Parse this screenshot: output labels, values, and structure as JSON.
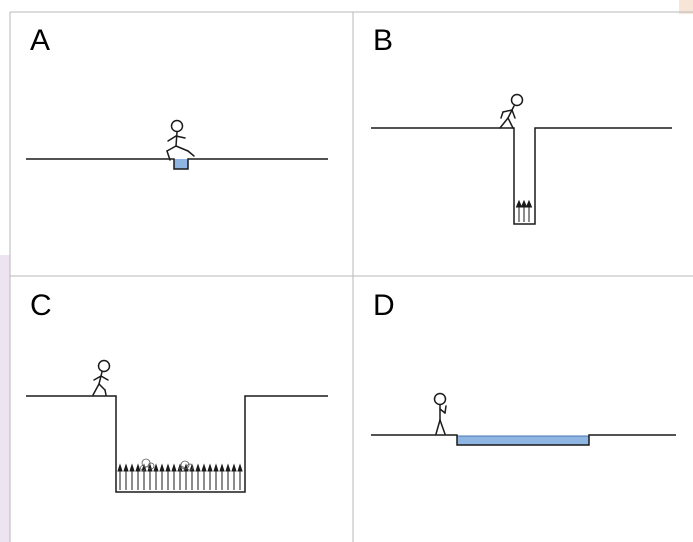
{
  "panels": [
    {
      "label": "A"
    },
    {
      "label": "B"
    },
    {
      "label": "C"
    },
    {
      "label": "D"
    }
  ],
  "colors": {
    "line": "#1a1a1a",
    "water_fill": "#8fb6e3",
    "water_edge": "#4a78b5",
    "grid": "#b9b9b9"
  }
}
